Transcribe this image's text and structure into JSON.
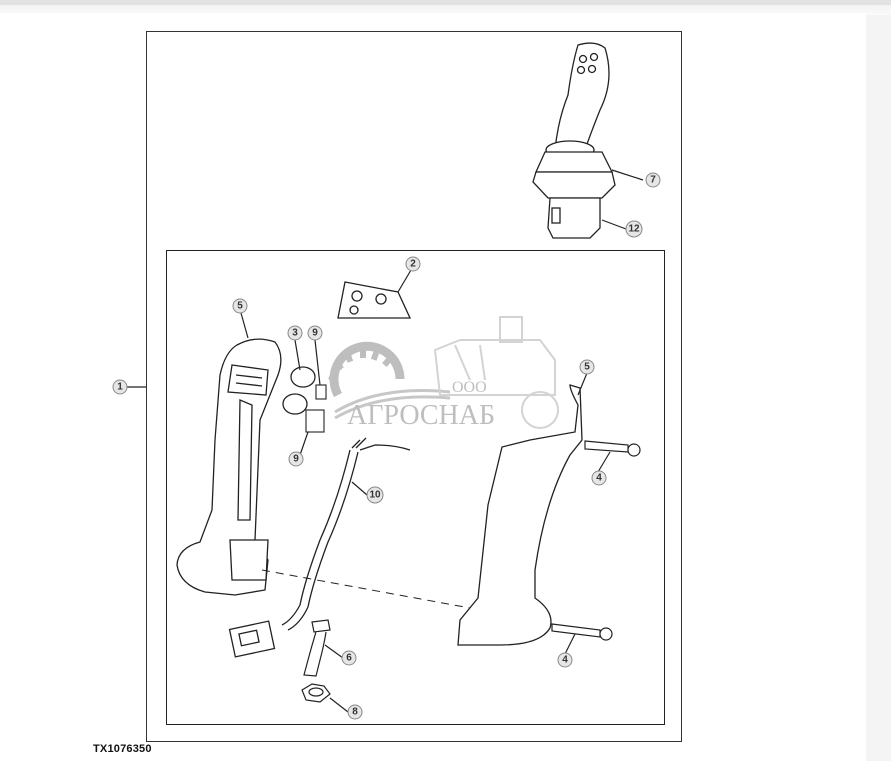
{
  "figure": {
    "id": "TX1076350",
    "watermark": {
      "prefix": "ООО",
      "name": "АГРОСНАБ"
    },
    "callouts": [
      {
        "label": "1",
        "part": "assembly"
      },
      {
        "label": "2",
        "part": "bracket"
      },
      {
        "label": "3",
        "part": "buttons"
      },
      {
        "label": "4",
        "part": "screw-upper"
      },
      {
        "label": "4",
        "part": "screw-lower"
      },
      {
        "label": "5",
        "part": "handle-left-half"
      },
      {
        "label": "5",
        "part": "clip"
      },
      {
        "label": "6",
        "part": "bolt"
      },
      {
        "label": "7",
        "part": "boot"
      },
      {
        "label": "8",
        "part": "nut"
      },
      {
        "label": "9",
        "part": "switch-upper"
      },
      {
        "label": "9",
        "part": "switch-lower"
      },
      {
        "label": "10",
        "part": "wiring-harness"
      },
      {
        "label": "12",
        "part": "valve-base"
      }
    ]
  },
  "colors": {
    "line": "#222222",
    "callout_fill": "#e6e6e6",
    "watermark": "#8a8a8a"
  }
}
